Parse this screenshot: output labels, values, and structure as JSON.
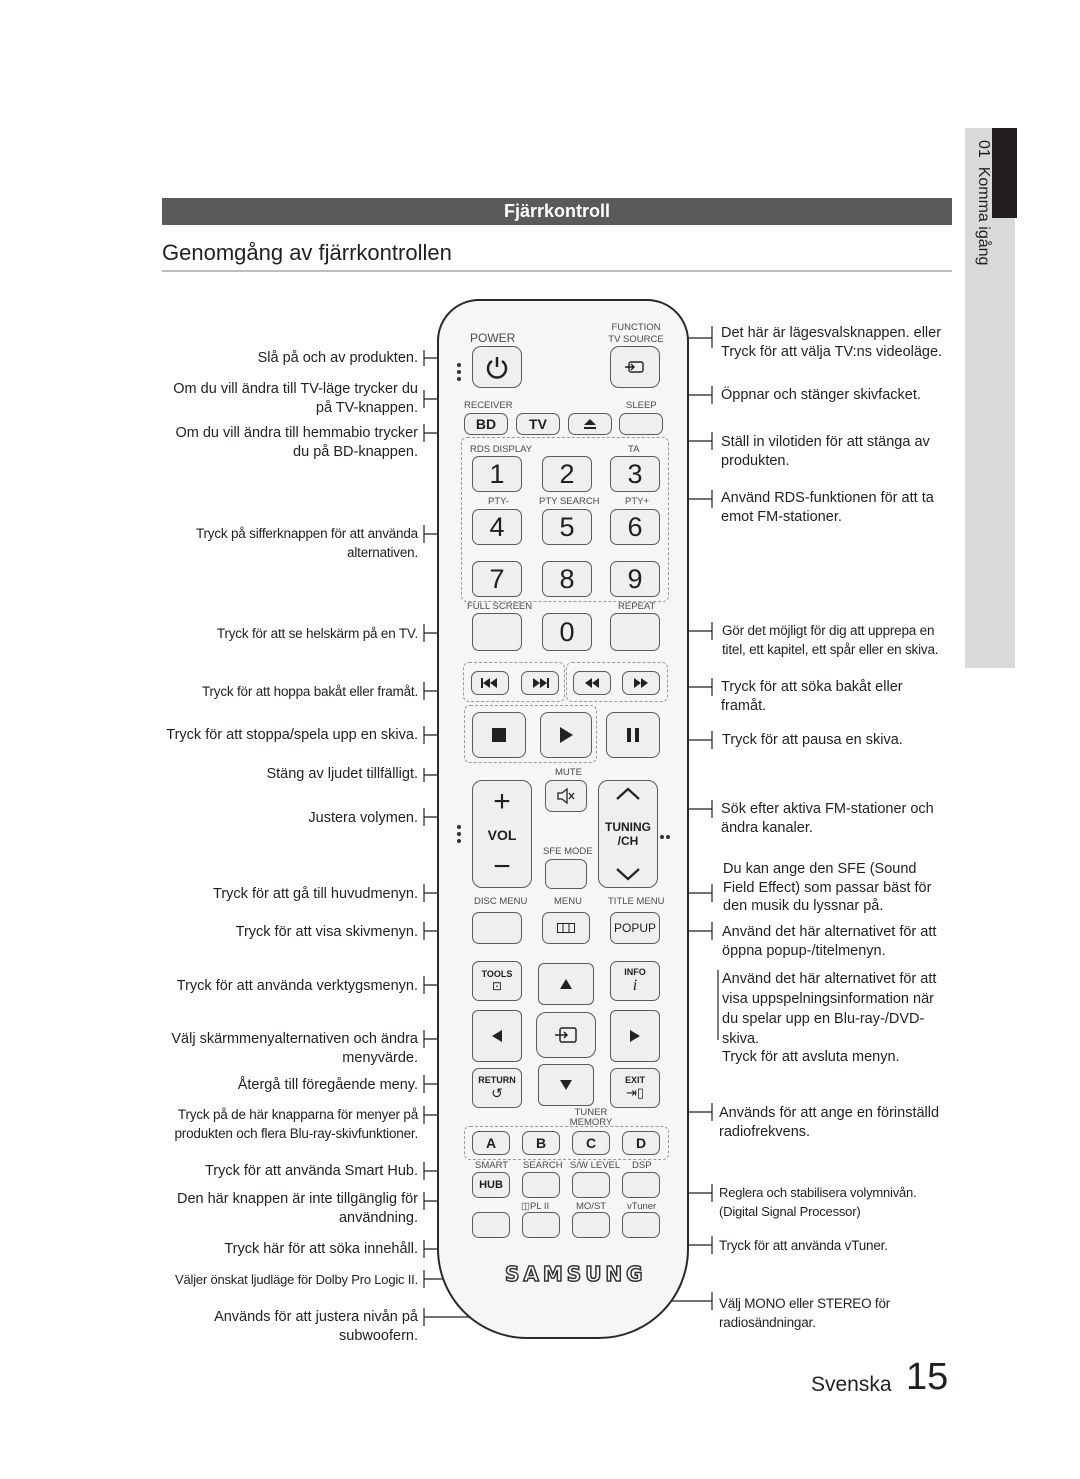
{
  "side_tab": {
    "chapter_number": "01",
    "chapter_title": "Komma igång"
  },
  "section_title": "Fjärrkontroll",
  "page_heading": "Genomgång av fjärrkontrollen",
  "footer": {
    "language": "Svenska",
    "page_number": "15"
  },
  "left_notes": [
    "Slå på och av produkten.",
    "Om du vill ändra till TV-läge trycker du på TV-knappen.",
    "Om du vill ändra till hemmabio trycker du på BD-knappen.",
    "Tryck på sifferknappen för att använda alternativen.",
    "Tryck för att se helskärm på en TV.",
    "Tryck för att hoppa bakåt eller framåt.",
    "Tryck för att stoppa/spela upp en skiva.",
    "Stäng av ljudet tillfälligt.",
    "Justera volymen.",
    "Tryck för att gå till huvudmenyn.",
    "Tryck för att visa skivmenyn.",
    "Tryck för att använda verktygsmenyn.",
    "Välj skärmmenyalternativen och ändra menyvärde.",
    "Återgå till föregående meny.",
    "Tryck på de här knapparna för menyer på produkten och flera Blu-ray-skivfunktioner.",
    "Tryck för att använda Smart Hub.",
    "Den här knappen är inte tillgänglig för användning.",
    "Tryck här för att söka innehåll.",
    "Väljer önskat ljudläge för Dolby Pro Logic II.",
    "Används för att justera nivån på subwoofern."
  ],
  "right_notes": [
    "Det här är lägesvalsknappen. eller Tryck för att välja TV:ns videoläge.",
    "Öppnar och stänger skivfacket.",
    "Ställ in vilotiden för att stänga av produkten.",
    "Använd RDS-funktionen för att ta emot FM-stationer.",
    "Gör det möjligt för dig att upprepa en titel, ett kapitel, ett spår eller en skiva.",
    "Tryck för att söka bakåt eller framåt.",
    "Tryck för att pausa en skiva.",
    "Sök efter aktiva FM-stationer och ändra kanaler.",
    "Du kan ange den SFE (Sound Field Effect) som passar bäst för den musik du lyssnar på.",
    "Använd det här alternativet för att öppna popup-/titelmenyn.",
    "Använd det här alternativet för att visa uppspelningsinformation när du spelar upp en Blu-ray-/DVD-skiva.",
    "Tryck för att avsluta menyn.",
    "Används för att ange en förinställd radiofrekvens.",
    "Reglera och stabilisera volymnivån. (Digital Signal Processor)",
    "Tryck för att använda vTuner.",
    "Välj MONO eller STEREO för radiosändningar."
  ],
  "remote": {
    "labels": {
      "power": "POWER",
      "function": "FUNCTION",
      "tv_source": "TV SOURCE",
      "receiver": "RECEIVER",
      "sleep": "SLEEP",
      "rds_display": "RDS DISPLAY",
      "ta": "TA",
      "pty_minus": "PTY-",
      "pty_search": "PTY SEARCH",
      "pty_plus": "PTY+",
      "full_screen": "FULL SCREEN",
      "repeat": "REPEAT",
      "mute": "MUTE",
      "vol": "VOL",
      "tuning": "TUNING",
      "ch": "/CH",
      "sfe_mode": "SFE MODE",
      "disc_menu": "DISC MENU",
      "menu": "MENU",
      "title_menu": "TITLE MENU",
      "popup": "POPUP",
      "tools": "TOOLS",
      "info": "INFO",
      "return": "RETURN",
      "exit": "EXIT",
      "tuner_memory": "TUNER MEMORY",
      "smart": "SMART",
      "search": "SEARCH",
      "sw_level": "S/W LEVEL",
      "dsp": "DSP",
      "hub": "HUB",
      "pl2": "◫PL II",
      "mo_st": "MO/ST",
      "vtuner": "vTuner",
      "brand": "SAMSUNG"
    },
    "buttons": {
      "bd": "BD",
      "tv": "TV",
      "digits": [
        "1",
        "2",
        "3",
        "4",
        "5",
        "6",
        "7",
        "8",
        "9",
        "0"
      ],
      "a": "A",
      "b": "B",
      "c": "C",
      "d": "D"
    },
    "icons": {
      "power": "power-icon",
      "source": "source-icon",
      "eject": "eject-icon",
      "prev": "skip-back-icon",
      "next": "skip-forward-icon",
      "rew": "rewind-icon",
      "ff": "fast-forward-icon",
      "stop": "stop-icon",
      "play": "play-icon",
      "pause": "pause-icon",
      "mute": "mute-icon",
      "up": "arrow-up-icon",
      "down": "arrow-down-icon",
      "left": "arrow-left-icon",
      "right": "arrow-right-icon",
      "enter": "enter-icon"
    }
  }
}
